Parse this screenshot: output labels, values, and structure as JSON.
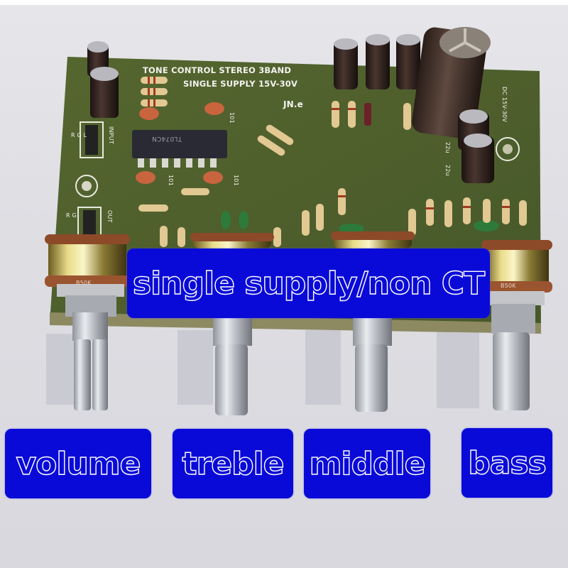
{
  "board": {
    "silkscreen_title_line1": "TONE CONTROL STEREO 3BAND",
    "silkscreen_title_line2": "SINGLE SUPPLY 15V-30V",
    "brand": "JN.e",
    "ic_marking": "TL074CN",
    "input_label": "INPUT",
    "input_pins": "R G L",
    "output_label": "OUT",
    "output_pins": "R G",
    "power_label": "DC 15V-30V",
    "cap_value_101": "101",
    "cap_value_22u": "22u",
    "pot_marking": "B50K",
    "colors": {
      "pcb": "#4e5e2c",
      "silkscreen": "#f2f2ee",
      "background": "#dcdce0"
    }
  },
  "overlay": {
    "banner": "single supply/non CT",
    "knobs": [
      {
        "label": "volume"
      },
      {
        "label": "treble"
      },
      {
        "label": "middle"
      },
      {
        "label": "bass"
      }
    ],
    "colors": {
      "label_fill": "#0a0ad8",
      "label_text_stroke": "#ffffff"
    }
  }
}
